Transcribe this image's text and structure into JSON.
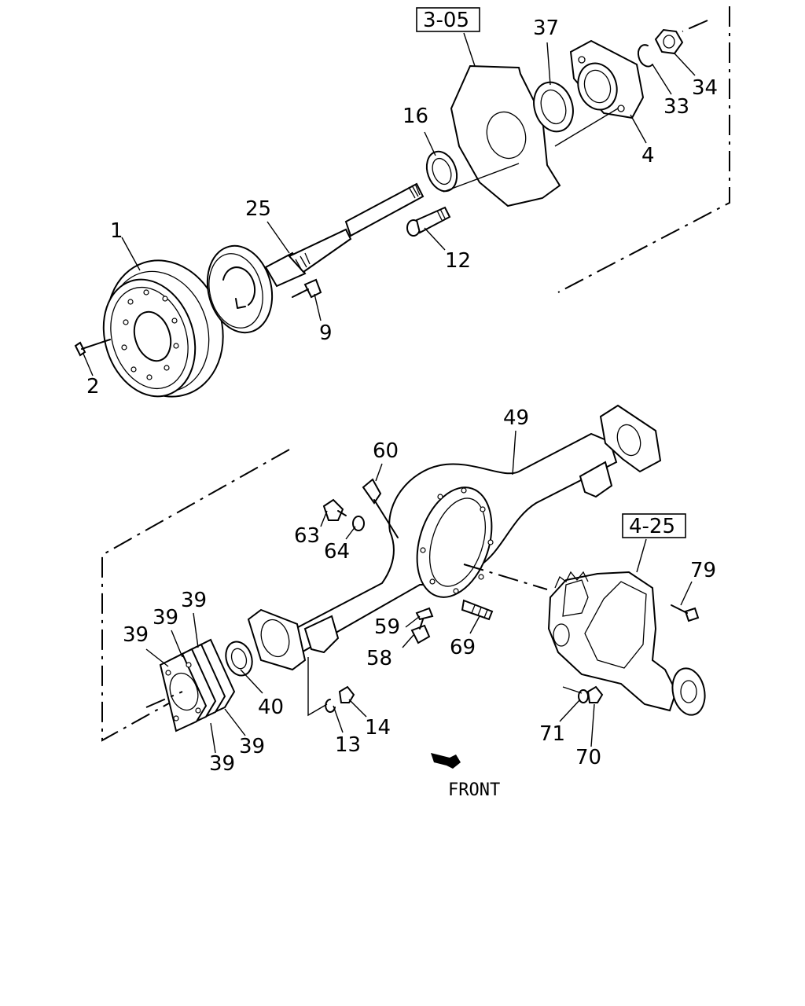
{
  "callouts": [
    {
      "id": "1",
      "text": "1"
    },
    {
      "id": "2",
      "text": "2"
    },
    {
      "id": "4",
      "text": "4"
    },
    {
      "id": "9",
      "text": "9"
    },
    {
      "id": "12",
      "text": "12"
    },
    {
      "id": "13",
      "text": "13"
    },
    {
      "id": "14",
      "text": "14"
    },
    {
      "id": "16",
      "text": "16"
    },
    {
      "id": "25",
      "text": "25"
    },
    {
      "id": "33",
      "text": "33"
    },
    {
      "id": "34",
      "text": "34"
    },
    {
      "id": "37",
      "text": "37"
    },
    {
      "id": "39a",
      "text": "39"
    },
    {
      "id": "39b",
      "text": "39"
    },
    {
      "id": "39c",
      "text": "39"
    },
    {
      "id": "39d",
      "text": "39"
    },
    {
      "id": "39e",
      "text": "39"
    },
    {
      "id": "40",
      "text": "40"
    },
    {
      "id": "49",
      "text": "49"
    },
    {
      "id": "58",
      "text": "58"
    },
    {
      "id": "59",
      "text": "59"
    },
    {
      "id": "60",
      "text": "60"
    },
    {
      "id": "63",
      "text": "63"
    },
    {
      "id": "64",
      "text": "64"
    },
    {
      "id": "69",
      "text": "69"
    },
    {
      "id": "70",
      "text": "70"
    },
    {
      "id": "71",
      "text": "71"
    },
    {
      "id": "79",
      "text": "79"
    }
  ],
  "references": [
    {
      "id": "ref-3-05",
      "text": "3-05"
    },
    {
      "id": "ref-4-25",
      "text": "4-25"
    }
  ],
  "front_label": "FRONT"
}
